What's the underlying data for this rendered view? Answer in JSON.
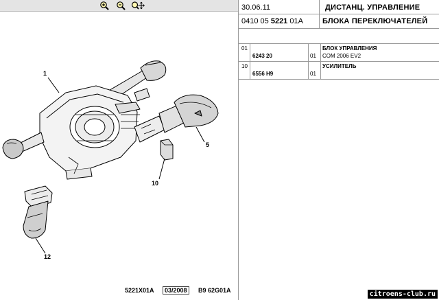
{
  "toolbar": {
    "zoom_in_icon": "zoom-in-icon",
    "zoom_out_icon": "zoom-out-icon",
    "zoom_fit_icon": "zoom-move-icon"
  },
  "drawing": {
    "callouts": [
      "1",
      "5",
      "10",
      "12"
    ]
  },
  "footer": {
    "ref1": "5221X01A",
    "ref2": "03/2008",
    "ref3": "B9 62G01A"
  },
  "header": {
    "date": "30.06.11",
    "title_line1": "ДИСТАНЦ. УПРАВЛЕНИЕ",
    "code_prefix": "0410 05 ",
    "code_main": "5221",
    "code_suffix": " 01A",
    "title_line2": "БЛОКА ПЕРЕКЛЮЧАТЕЛЕЙ"
  },
  "parts": [
    {
      "pos": "01",
      "number": "6243 20",
      "qty": "01",
      "name": "БЛОК УПРАВЛЕНИЯ",
      "desc": "COM 2006 EV2"
    },
    {
      "pos": "10",
      "number": "6556 H9",
      "qty": "01",
      "name": "УСИЛИТЕЛЬ",
      "desc": ""
    }
  ],
  "watermark": "citroens-club.ru",
  "colors": {
    "line": "#000000",
    "fill": "#ffffff",
    "shade": "#cfcfcf",
    "toolbar": "#e4e4e4"
  }
}
